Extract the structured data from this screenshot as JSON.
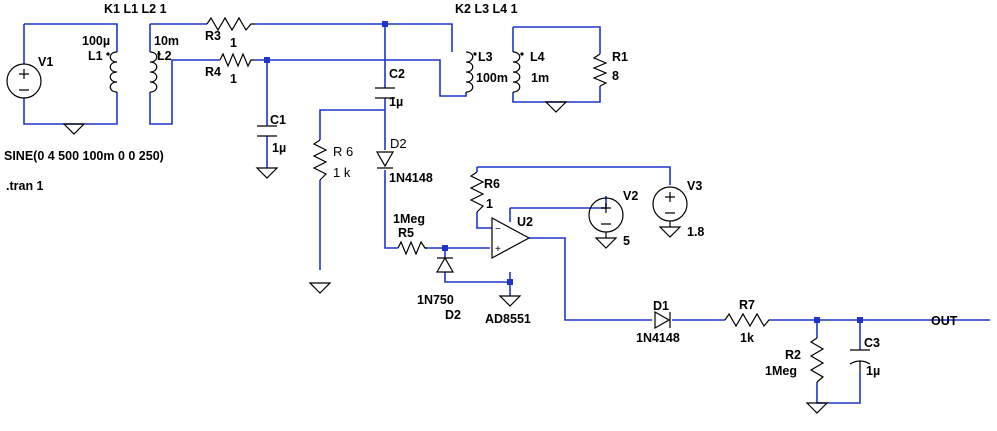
{
  "directives": {
    "k1": "K1 L1 L2 1",
    "k2": "K2 L3 L4 1",
    "source_value": "SINE(0 4 500 100m 0 0 250)",
    "tran": ".tran 1"
  },
  "components": {
    "V1": {
      "ref": "V1"
    },
    "L1": {
      "ref": "L1",
      "value": "100µ"
    },
    "L2": {
      "ref": "L2",
      "value": "10m"
    },
    "R3": {
      "ref": "R3",
      "value": "1"
    },
    "R4": {
      "ref": "R4",
      "value": "1"
    },
    "C1": {
      "ref": "C1",
      "value": "1µ"
    },
    "C2": {
      "ref": "C2",
      "value": "1µ"
    },
    "L3": {
      "ref": "L3",
      "value": "100m"
    },
    "L4": {
      "ref": "L4",
      "value": "1m"
    },
    "R1": {
      "ref": "R1",
      "value": "8"
    },
    "R6a": {
      "ref": "R 6",
      "value": "1 k"
    },
    "D2a": {
      "ref": "D2",
      "value": "1N4148"
    },
    "R6b": {
      "ref": "R6",
      "value": "1"
    },
    "V2": {
      "ref": "V2",
      "value": "5"
    },
    "V3": {
      "ref": "V3",
      "value": "1.8"
    },
    "R5": {
      "ref": "R5",
      "value": "1Meg"
    },
    "U2": {
      "ref": "U2",
      "value": "AD8551"
    },
    "D2b": {
      "ref": "D2",
      "value": "1N750"
    },
    "D1": {
      "ref": "D1",
      "value": "1N4148"
    },
    "R7": {
      "ref": "R7",
      "value": "1k"
    },
    "R2": {
      "ref": "R2",
      "value": "1Meg"
    },
    "C3": {
      "ref": "C3",
      "value": "1µ"
    }
  },
  "net_labels": {
    "out": "OUT"
  },
  "colors": {
    "wire": "#1f35c9",
    "symbol": "#000000",
    "background": "#ffffff"
  }
}
